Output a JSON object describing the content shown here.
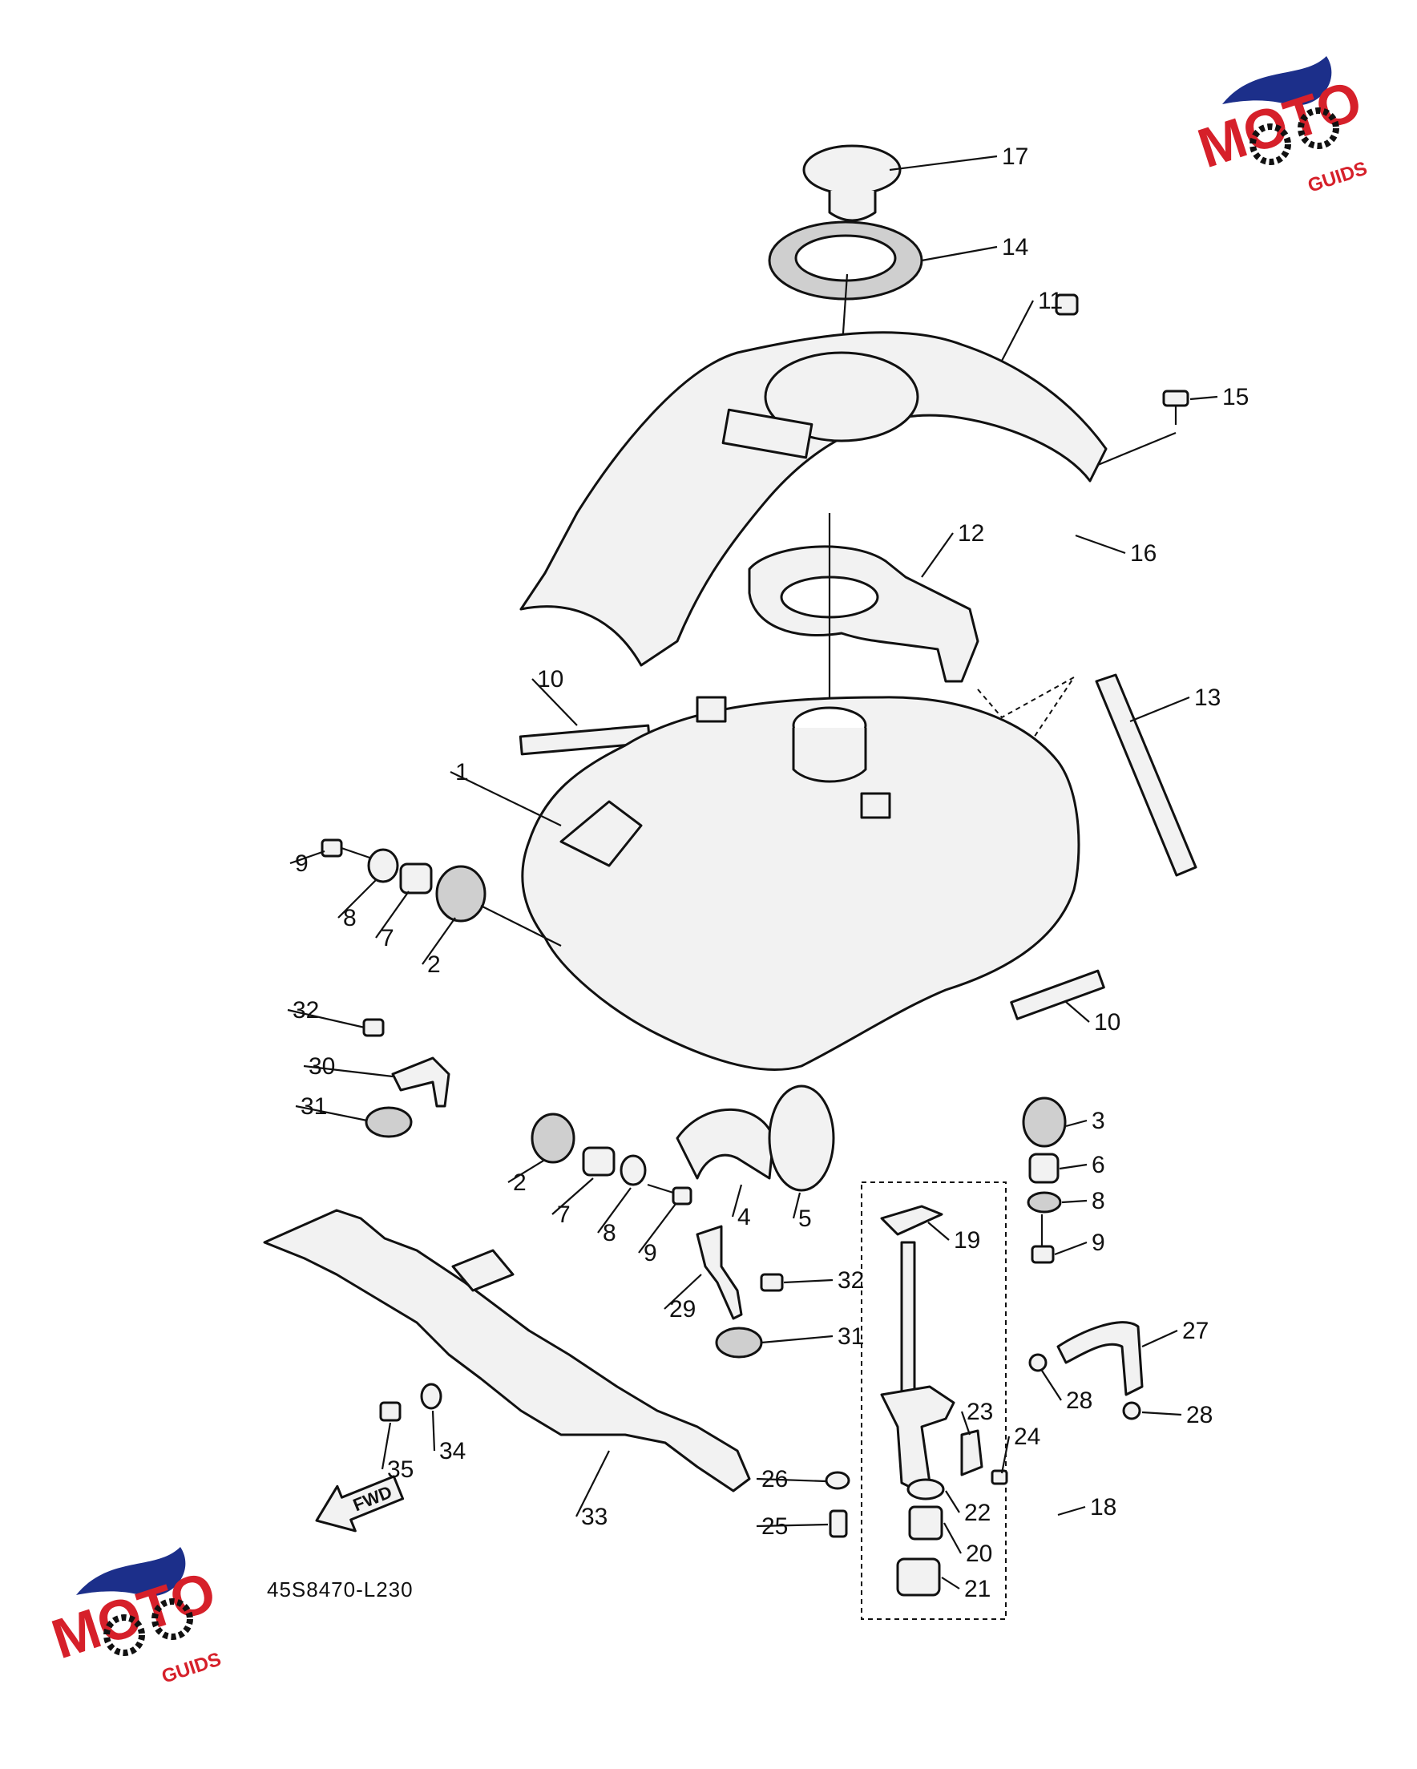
{
  "diagram": {
    "code": "45S8470-L230",
    "fwd_label": "FWD",
    "logo": {
      "word": "MOTO",
      "suffix": "GUIDS",
      "blue": "#1c2f8a",
      "red": "#d6202a"
    },
    "labels": [
      "17",
      "14",
      "11",
      "15",
      "16",
      "12",
      "13",
      "10",
      "1",
      "9",
      "8",
      "7",
      "2",
      "10",
      "32",
      "30",
      "31",
      "3",
      "6",
      "8",
      "9",
      "2",
      "7",
      "8",
      "9",
      "4",
      "5",
      "19",
      "32",
      "29",
      "31",
      "27",
      "28",
      "28",
      "23",
      "24",
      "18",
      "26",
      "22",
      "20",
      "25",
      "21",
      "35",
      "34",
      "33"
    ]
  }
}
